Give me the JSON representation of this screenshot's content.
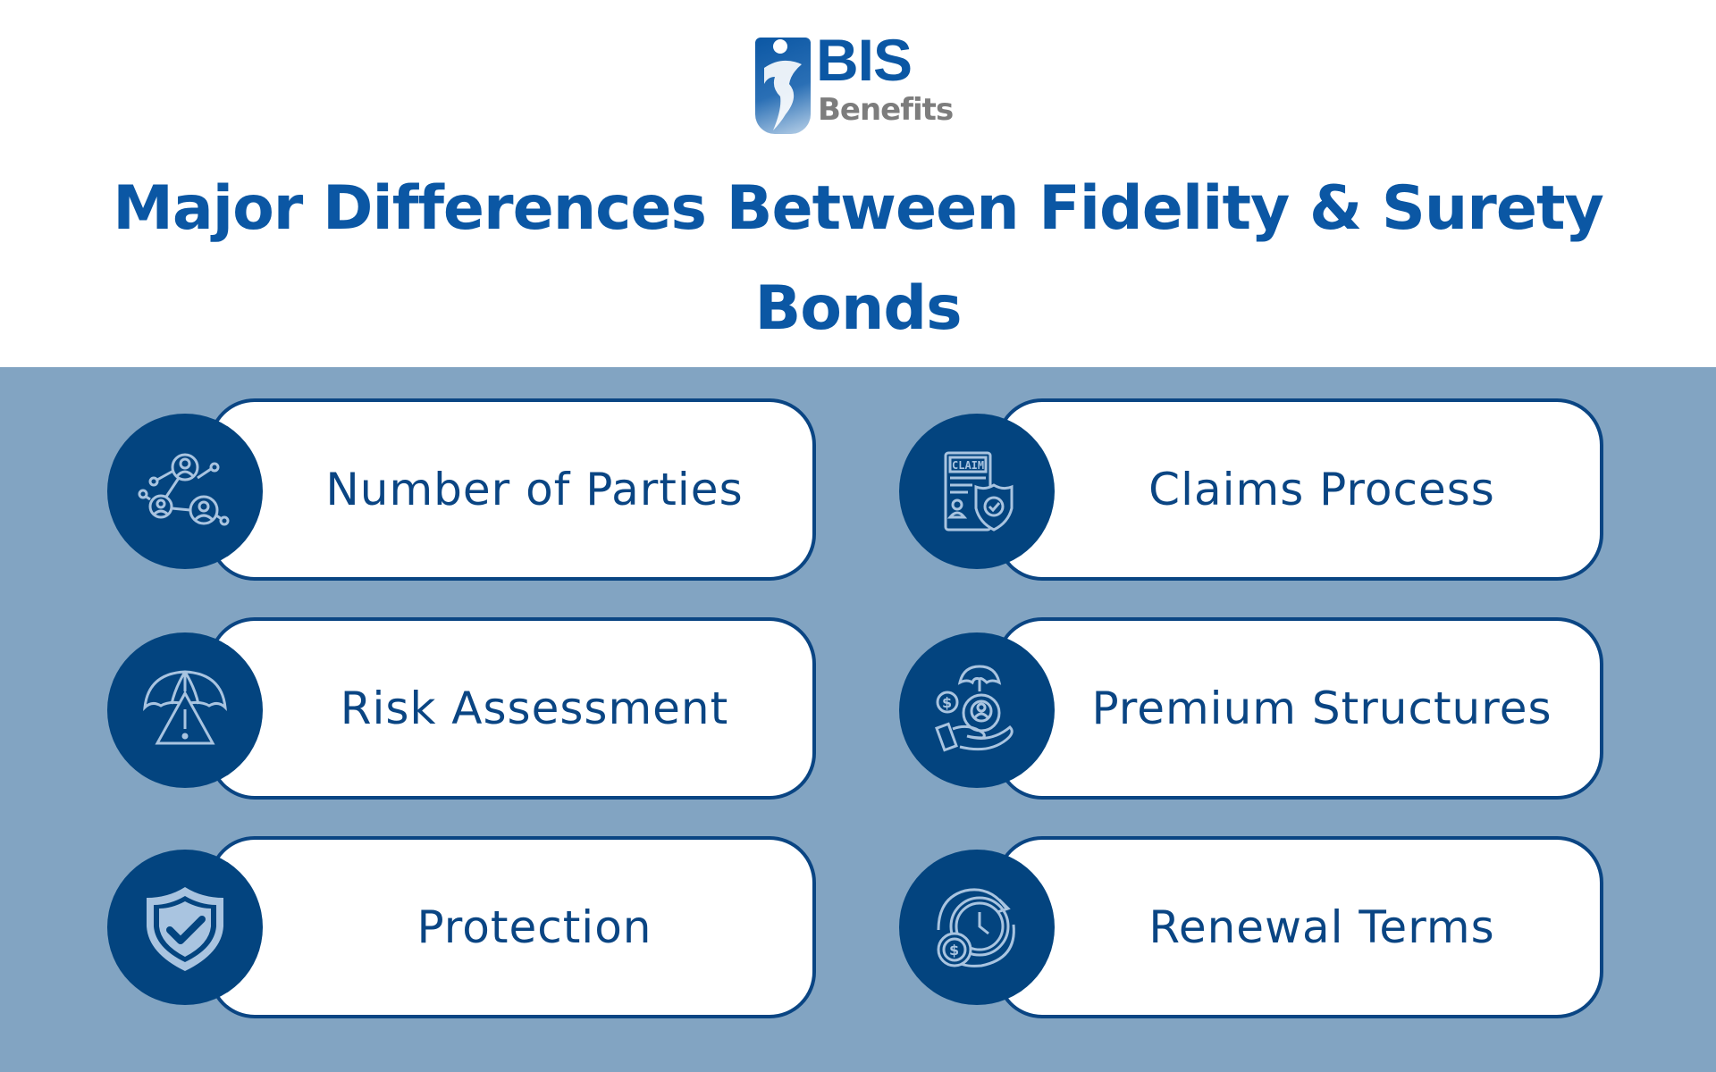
{
  "logo": {
    "brand": "BIS",
    "sub": "Benefits"
  },
  "title": "Major Differences Between Fidelity & Surety Bonds",
  "colors": {
    "title": "#0b57a4",
    "band": "#82a4c2",
    "dark": "#03447f",
    "icon": "#a9c4e0",
    "card_border": "#0a4583"
  },
  "items": [
    {
      "label": "Number of Parties",
      "icon": "network-people-icon"
    },
    {
      "label": "Claims Process",
      "icon": "claim-document-shield-icon"
    },
    {
      "label": "Risk Assessment",
      "icon": "umbrella-warning-icon"
    },
    {
      "label": "Premium Structures",
      "icon": "hand-gear-dollar-umbrella-icon"
    },
    {
      "label": "Protection",
      "icon": "shield-check-icon"
    },
    {
      "label": "Renewal Terms",
      "icon": "clock-cycle-dollar-icon"
    }
  ]
}
